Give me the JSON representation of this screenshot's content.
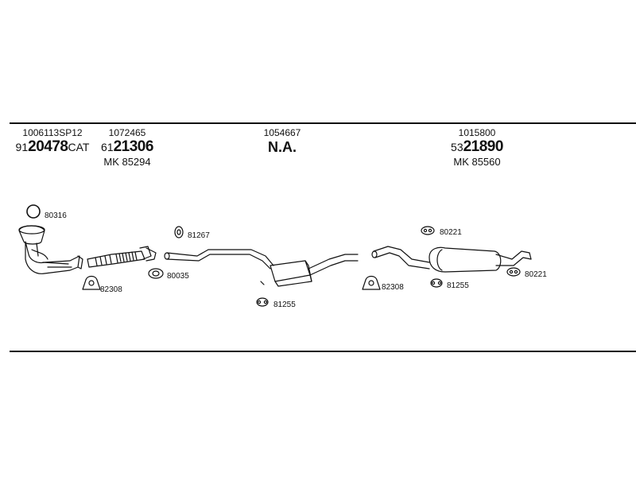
{
  "groups": [
    {
      "part_no": "1006113SP12",
      "prefix": "91",
      "code": "20478",
      "suffix": "CAT",
      "mk": ""
    },
    {
      "part_no": "1072465",
      "prefix": "61",
      "code": "21306",
      "suffix": "",
      "mk": "MK 85294"
    },
    {
      "part_no": "1054667",
      "na": "N.A."
    },
    {
      "part_no": "1015800",
      "prefix": "53",
      "code": "21890",
      "suffix": "",
      "mk": "MK 85560"
    }
  ],
  "labels": {
    "ring": "80316",
    "clamp_left": "82308",
    "clip_81267": "81267",
    "gasket_80035": "80035",
    "hanger_mid": "81255",
    "clip_80221_top": "80221",
    "clamp_right": "82308",
    "hanger_right": "81255",
    "clip_80221_right": "80221"
  },
  "colors": {
    "ink": "#111111",
    "background": "#ffffff"
  }
}
